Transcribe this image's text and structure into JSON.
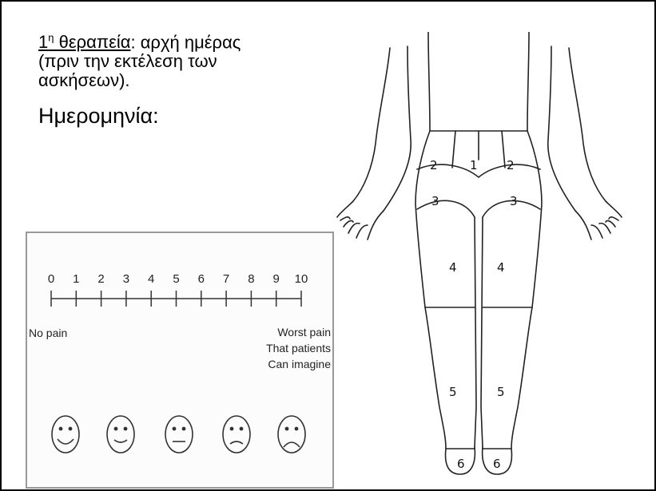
{
  "heading": {
    "number": "1",
    "superscript": "η",
    "underlined": "θεραπεία",
    "rest_line1": ": αρχή ημέρας",
    "line2": "(πριν την εκτέλεση των",
    "line3": "ασκήσεων)."
  },
  "date_label": "Ημερομηνία:",
  "pain_scale": {
    "ticks": [
      "0",
      "1",
      "2",
      "3",
      "4",
      "5",
      "6",
      "7",
      "8",
      "9",
      "10"
    ],
    "left_label": "No pain",
    "right_label_lines": [
      "Worst pain",
      "That patients",
      "Can imagine"
    ],
    "faces": [
      "very-happy-face-icon",
      "happy-face-icon",
      "neutral-face-icon",
      "sad-face-icon",
      "very-sad-face-icon"
    ]
  },
  "body_map": {
    "zones": [
      "1",
      "2",
      "2",
      "3",
      "3",
      "4",
      "4",
      "5",
      "5",
      "6",
      "6"
    ]
  }
}
